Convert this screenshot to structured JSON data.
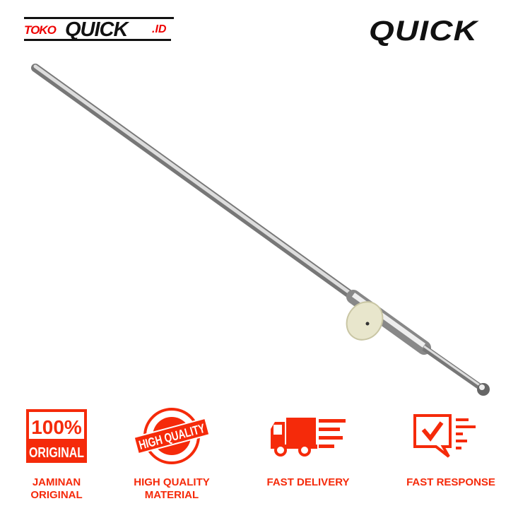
{
  "brand": {
    "store_logo": {
      "prefix": "TOKO",
      "name": "QUICK",
      "suffix": ".ID"
    },
    "main_logo": "QUICK"
  },
  "product": {
    "image": "gear-shift-rod"
  },
  "colors": {
    "accent": "#f52a0a",
    "logo_black": "#111111",
    "logo_red": "#e00000"
  },
  "features": [
    {
      "icon": "original-badge-icon",
      "badge_top": "100%",
      "badge_bottom": "ORIGINAL",
      "label_line1": "JAMINAN",
      "label_line2": "ORIGINAL"
    },
    {
      "icon": "quality-stamp-icon",
      "badge_text": "HIGH QUALITY",
      "label_line1": "HIGH QUALITY",
      "label_line2": "MATERIAL"
    },
    {
      "icon": "delivery-truck-icon",
      "label_line1": "FAST DELIVERY"
    },
    {
      "icon": "chat-check-icon",
      "label_line1": "FAST RESPONSE"
    }
  ]
}
